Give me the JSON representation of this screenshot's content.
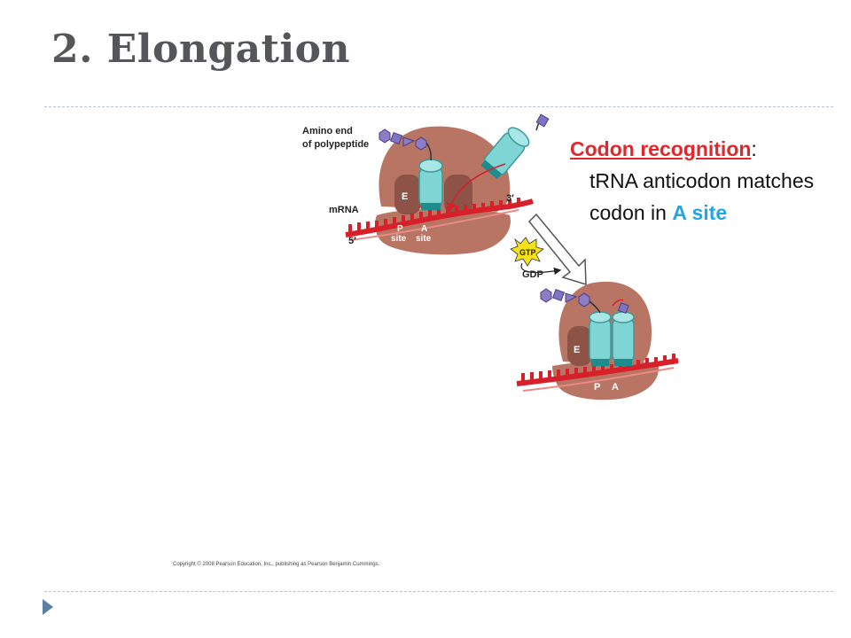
{
  "slide": {
    "title": "2. Elongation",
    "copyright": "Copyright © 2008 Pearson Education, Inc., publishing as Pearson Benjamin Cummings."
  },
  "figure": {
    "labels": {
      "amino_end_line1": "Amino end",
      "amino_end_line2": "of polypeptide",
      "mrna": "mRNA",
      "three_prime": "3′",
      "five_prime": "5′",
      "e_site_top": "E",
      "p_letter_top": "P",
      "a_letter_top": "A",
      "site_word_p": "site",
      "site_word_a": "site",
      "gtp": "GTP",
      "gdp": "GDP",
      "e_site_bottom": "E",
      "p_site_bottom": "P",
      "a_site_bottom": "A"
    }
  },
  "textbox": {
    "heading": "Codon recognition",
    "heading_suffix": ":",
    "body_prefix": "tRNA anticodon matches codon in ",
    "body_highlight": "A site"
  },
  "colors": {
    "ribosome": "#b87564",
    "trna": "#7fd4d4",
    "mrna": "#d8202b",
    "heading": "#e3262b",
    "accent": "#25a5df",
    "title": "#55565a",
    "bullet": "#5c7fa6"
  }
}
